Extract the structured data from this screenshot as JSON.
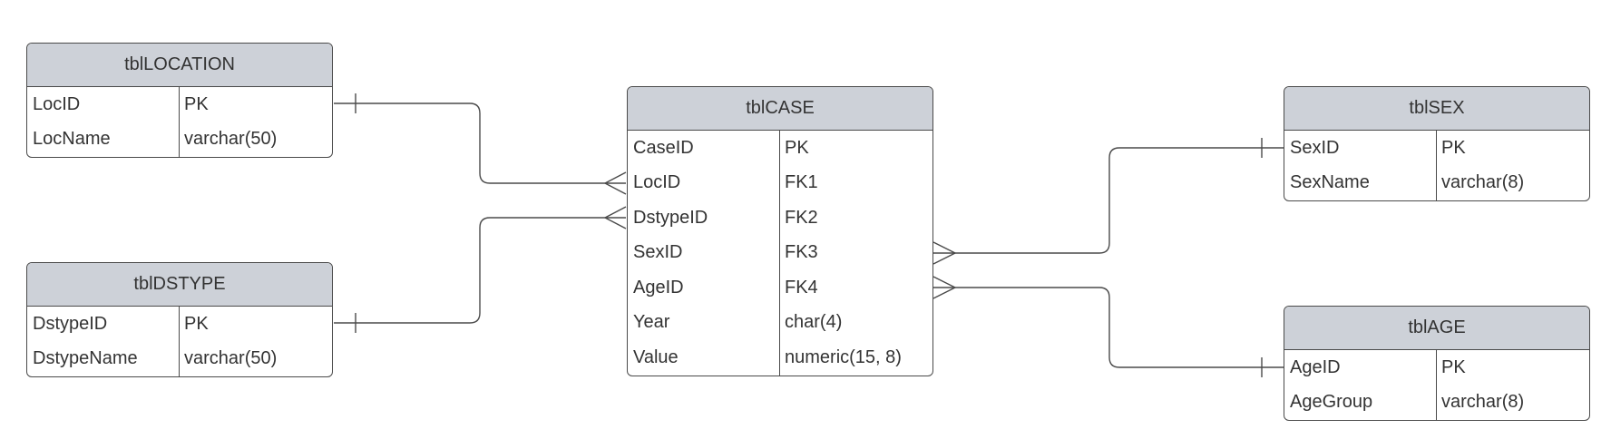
{
  "diagram": {
    "entities": {
      "location": {
        "title": "tblLOCATION",
        "fields": [
          {
            "name": "LocID",
            "type": "PK"
          },
          {
            "name": "LocName",
            "type": "varchar(50)"
          }
        ]
      },
      "dstype": {
        "title": "tblDSTYPE",
        "fields": [
          {
            "name": "DstypeID",
            "type": "PK"
          },
          {
            "name": "DstypeName",
            "type": "varchar(50)"
          }
        ]
      },
      "case": {
        "title": "tblCASE",
        "fields": [
          {
            "name": "CaseID",
            "type": "PK"
          },
          {
            "name": "LocID",
            "type": "FK1"
          },
          {
            "name": "DstypeID",
            "type": "FK2"
          },
          {
            "name": "SexID",
            "type": "FK3"
          },
          {
            "name": "AgeID",
            "type": "FK4"
          },
          {
            "name": "Year",
            "type": "char(4)"
          },
          {
            "name": "Value",
            "type": "numeric(15, 8)"
          }
        ]
      },
      "sex": {
        "title": "tblSEX",
        "fields": [
          {
            "name": "SexID",
            "type": "PK"
          },
          {
            "name": "SexName",
            "type": "varchar(8)"
          }
        ]
      },
      "age": {
        "title": "tblAGE",
        "fields": [
          {
            "name": "AgeID",
            "type": "PK"
          },
          {
            "name": "AgeGroup",
            "type": "varchar(8)"
          }
        ]
      }
    },
    "relationships": [
      {
        "from": "tblLOCATION.LocID",
        "to": "tblCASE.LocID",
        "cardinality": "one-to-many"
      },
      {
        "from": "tblDSTYPE.DstypeID",
        "to": "tblCASE.DstypeID",
        "cardinality": "one-to-many"
      },
      {
        "from": "tblSEX.SexID",
        "to": "tblCASE.SexID",
        "cardinality": "one-to-many"
      },
      {
        "from": "tblAGE.AgeID",
        "to": "tblCASE.AgeID",
        "cardinality": "one-to-many"
      }
    ],
    "colors": {
      "header_fill": "#cdd1d8",
      "line": "#4a4a4a",
      "text": "#333333"
    }
  }
}
